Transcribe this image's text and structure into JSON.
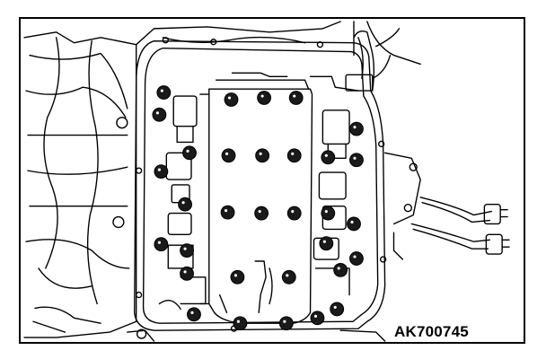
{
  "figure": {
    "reference_code": "AK700745",
    "colors": {
      "line": "#000000",
      "background": "#ffffff",
      "bolt_fill": "#1a1a1a"
    }
  },
  "diagram": {
    "subject": "valve-body-assembly",
    "highlighted_bolt_count": 32
  }
}
